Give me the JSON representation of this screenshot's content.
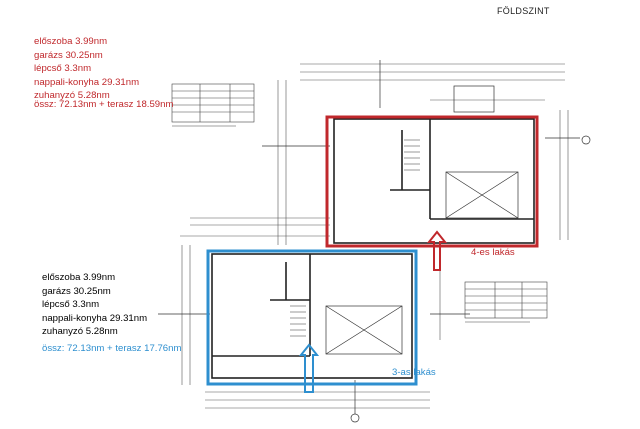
{
  "page_title": "FÖLDSZINT",
  "colors": {
    "red": "#c0282c",
    "blue": "#2e8fcf",
    "line": "#333333"
  },
  "unit_4": {
    "label": "4-es lakás",
    "rooms": [
      "előszoba 3.99nm",
      "garázs 30.25nm",
      "lépcső 3.3nm",
      "nappali-konyha 29.31nm",
      "zuhanyzó 5.28nm"
    ],
    "total": "össz: 72.13nm + terasz 18.59nm"
  },
  "unit_3": {
    "label": "3-as lakás",
    "rooms": [
      "előszoba 3.99nm",
      "garázs 30.25nm",
      "lépcső 3.3nm",
      "nappali-konyha 29.31nm",
      "zuhanyzó 5.28nm"
    ],
    "total": "össz: 72.13nm + terasz 17.76nm"
  }
}
